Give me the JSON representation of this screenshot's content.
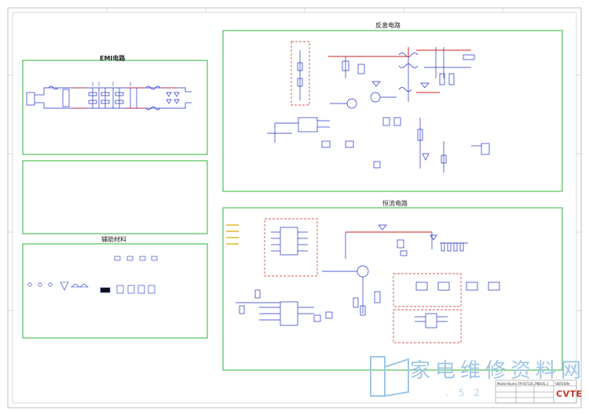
{
  "blocks": {
    "emi_title": "EMI电路",
    "flyback_title": "反激电路",
    "constant_current_title": "恒流电路",
    "auxiliary_title": "辅助材料"
  },
  "title_block": {
    "model_name_label": "Model Name",
    "model_name_value": "TP.VST101.PB8U5.3",
    "version_label": "VERSION",
    "logo": "CVTE"
  },
  "watermark": {
    "text": "家电维修资料网",
    "url": ". 5 2"
  },
  "colors": {
    "frame_green": "#2db33a",
    "wire_blue": "#1f2fc7",
    "wire_red": "#d21f1f",
    "dashed_red": "#d21f1f",
    "logo_red": "#c0392b",
    "watermark_blue": "#9ec6e6"
  }
}
